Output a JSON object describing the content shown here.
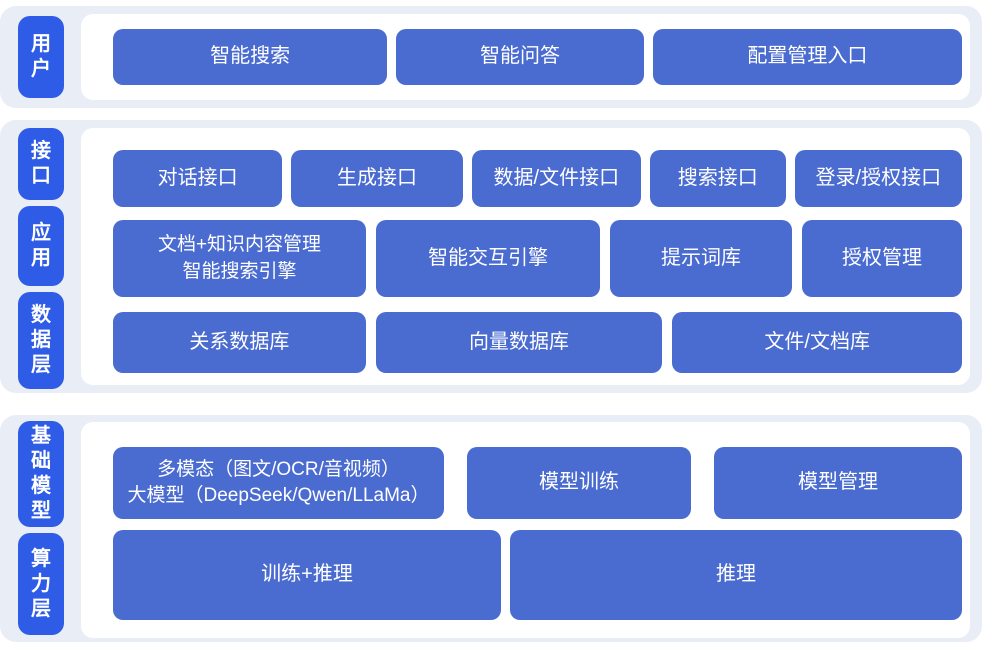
{
  "colors": {
    "layer_label_blue": "#2f5ce6",
    "box_blue": "#4a6bd0",
    "section_bg": "#e9edf6",
    "inner_panel_bg": "#ffffff",
    "box_text": "#ffffff"
  },
  "sections": [
    {
      "name": "user-layer",
      "labels": [
        "用户"
      ],
      "rows": [
        {
          "buttons": [
            "智能搜索",
            "智能问答",
            "配置管理入口"
          ]
        }
      ]
    },
    {
      "name": "interface-application-data-layers",
      "labels": [
        "接口",
        "应用",
        "数据层"
      ],
      "rows": [
        {
          "buttons": [
            "对话接口",
            "生成接口",
            "数据/文件接口",
            "搜索接口",
            "登录/授权接口"
          ]
        },
        {
          "buttons": [
            "文档+知识内容管理\n智能搜索引擎",
            "智能交互引擎",
            "提示词库",
            "授权管理"
          ]
        },
        {
          "buttons": [
            "关系数据库",
            "向量数据库",
            "文件/文档库"
          ]
        }
      ]
    },
    {
      "name": "foundation-model-compute-layers",
      "labels": [
        "基础模型",
        "算力层"
      ],
      "rows": [
        {
          "buttons": [
            "多模态（图文/OCR/音视频）\n大模型（DeepSeek/Qwen/LLaMa）",
            "模型训练",
            "模型管理"
          ]
        },
        {
          "buttons": [
            "训练+推理",
            "推理"
          ]
        }
      ]
    }
  ]
}
